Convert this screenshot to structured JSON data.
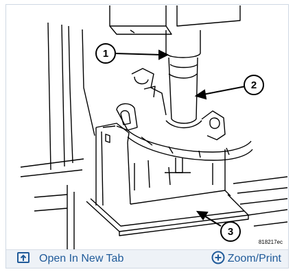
{
  "figure": {
    "callouts": [
      "1",
      "2",
      "3"
    ],
    "figure_id": "818217ec"
  },
  "toolbar": {
    "open_new_tab_label": "Open In New Tab",
    "open_new_tab_icon": "open-new-tab-icon",
    "zoom_print_label": "Zoom/Print",
    "zoom_print_icon": "plus-circle-icon"
  },
  "colors": {
    "link": "#1f5a99",
    "toolbar_bg": "#eef2f7",
    "frame_border": "#cfd8e3"
  }
}
